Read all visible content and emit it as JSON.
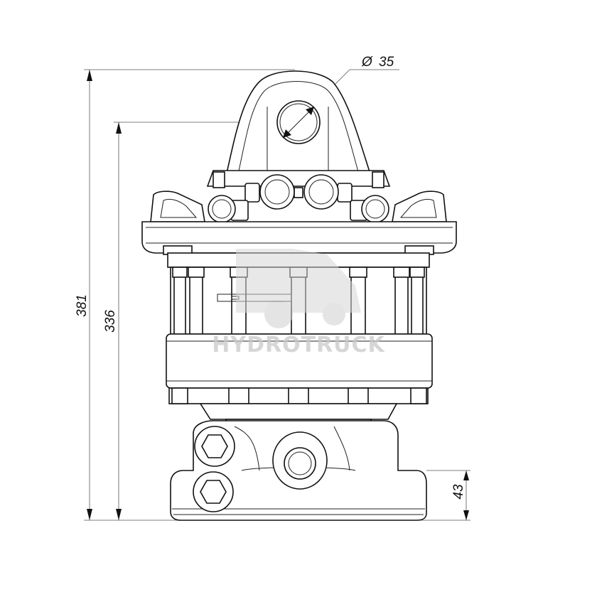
{
  "drawing": {
    "dimensions": {
      "overall_height": "381",
      "to_pin_center": "336",
      "base_height": "43",
      "pin_diameter": "35"
    },
    "diameter_symbol": "Ø",
    "watermark": "HYDROTRUCK"
  },
  "colors": {
    "line": "#111111",
    "dimension_line": "#555555",
    "watermark": "#c9c9c9"
  }
}
